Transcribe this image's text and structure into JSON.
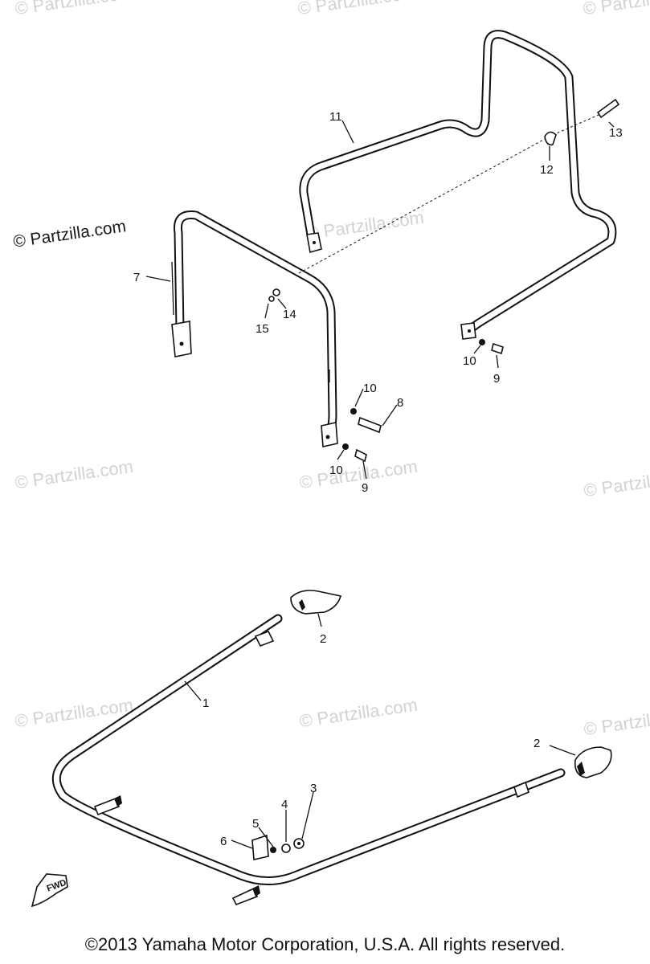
{
  "watermarks": {
    "primary": "© Partzilla.com",
    "faded": [
      "© Partzilla.com",
      "© Partzilla.com",
      "© Partzilla.com",
      "© Partzilla.com",
      "© Partzilla.com",
      "© Partzilla.com",
      "© Partzilla.com",
      "© Partzilla.com",
      "© Partzilla.com",
      "© Partzilla.com"
    ]
  },
  "callouts": {
    "upper": [
      "11",
      "12",
      "13",
      "7",
      "14",
      "15",
      "10",
      "9",
      "10",
      "8",
      "10",
      "9"
    ],
    "lower": [
      "2",
      "1",
      "2",
      "3",
      "4",
      "5",
      "6"
    ]
  },
  "fwd_label": "FWD",
  "copyright": "©2013  Yamaha Motor Corporation, U.S.A. All rights reserved."
}
